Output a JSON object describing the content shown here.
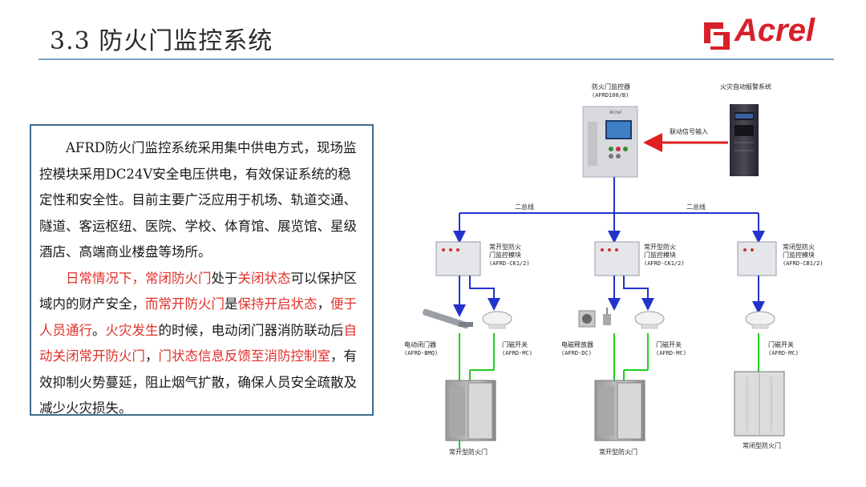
{
  "header": {
    "title": "3.3 防火门监控系统",
    "logo_text": "Acrel"
  },
  "description": {
    "p1": "AFRD防火门监控系统采用集中供电方式，现场监控模块采用DC24V安全电压供电，有效保证系统的稳定性和安全性。目前主要广泛应用于机场、轨道交通、隧道、客运枢纽、医院、学校、体育馆、展览馆、星级酒店、高端商业楼盘等场所。",
    "p2": [
      {
        "t": "日常情况下，",
        "red": true
      },
      {
        "t": "常闭防火门",
        "red": true
      },
      {
        "t": "处于",
        "red": false
      },
      {
        "t": "关闭状态",
        "red": true
      },
      {
        "t": "可以保护区域内的财产安全，",
        "red": false
      },
      {
        "t": "而常开防火门",
        "red": true
      },
      {
        "t": "是",
        "red": false
      },
      {
        "t": "保持开启状态",
        "red": true
      },
      {
        "t": "，",
        "red": false
      },
      {
        "t": "便于人员通行",
        "red": true
      },
      {
        "t": "。",
        "red": false
      },
      {
        "t": "火灾发生",
        "red": true
      },
      {
        "t": "的时候，电动闭门器消防联动后",
        "red": false
      },
      {
        "t": "自动关闭常开防火门",
        "red": true
      },
      {
        "t": "，",
        "red": false
      },
      {
        "t": "门状态信息反馈至消防控制室",
        "red": true
      },
      {
        "t": "，有效抑制火势蔓延，阻止烟气扩散，确保人员安全疏散及减少火灾损失。",
        "red": false
      }
    ]
  },
  "diagram": {
    "controller_name": "防火门监控器",
    "controller_model": "(AFRD100/B)",
    "fire_alarm": "火灾自动报警系统",
    "link_signal": "联动信号输入",
    "bus_left": "二总线",
    "bus_right": "二总线",
    "module1_name": "常开型防火\n门监控模块",
    "module1_model": "(AFRD-CK1/2)",
    "module2_name": "常开型防火\n门监控模块",
    "module2_model": "(AFRD-CK1/2)",
    "module3_name": "常闭型防火\n门监控模块",
    "module3_model": "(AFRD-CB1/2)",
    "closer_name": "电动闭门器",
    "closer_model": "(AFRD-BMQ)",
    "switch1_name": "门磁开关",
    "switch1_model": "(AFRD-MC)",
    "release_name": "电磁释放器",
    "release_model": "(AFRD-DC)",
    "switch2_name": "门磁开关",
    "switch2_model": "(AFRD-MC)",
    "switch3_name": "门磁开关",
    "switch3_model": "(AFRD-MC)",
    "door1": "常开型防火门",
    "door2": "常开型防火门",
    "door3": "常闭型防火门",
    "screen_brand": "Acrel"
  }
}
